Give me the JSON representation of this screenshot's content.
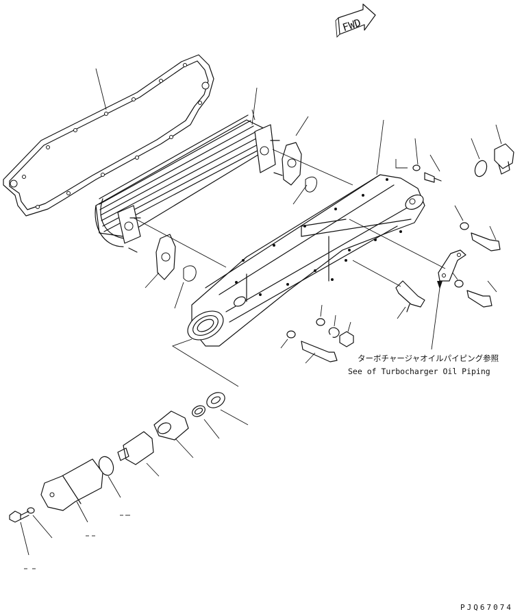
{
  "orientation": {
    "fwd_label": "FWD"
  },
  "callout": {
    "line_jp": "ターボチャージャオイルパイピング参照",
    "line_en": "See of Turbocharger Oil Piping"
  },
  "drawing_code": "PJQ67074"
}
